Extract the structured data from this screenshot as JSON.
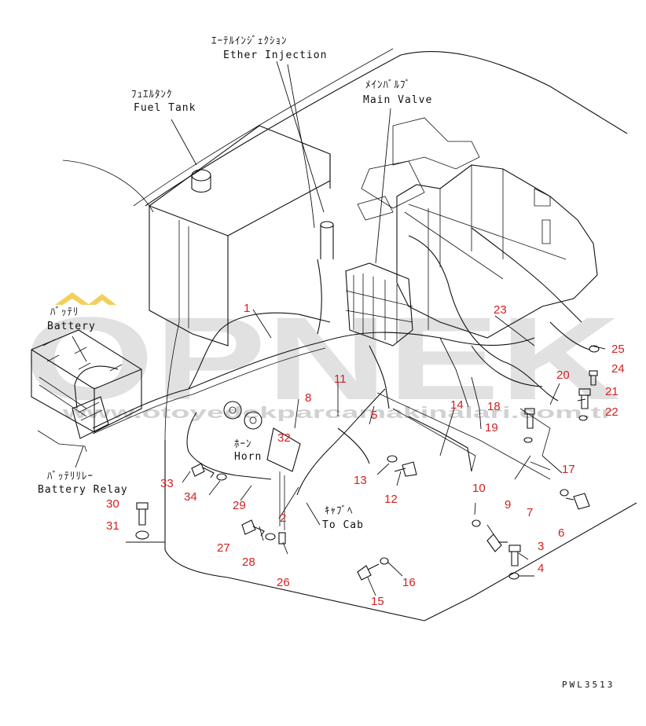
{
  "callouts": {
    "ether": {
      "ja": "ｴｰﾃﾙｲﾝｼﾞｪｸｼｮﾝ",
      "en": "Ether Injection"
    },
    "fuel_tank": {
      "ja": "ﾌｭｴﾙﾀﾝｸ",
      "en": "Fuel Tank"
    },
    "main_valve": {
      "ja": "ﾒｲﾝﾊﾞﾙﾌﾞ",
      "en": "Main Valve"
    },
    "battery": {
      "ja": "ﾊﾞｯﾃﾘ",
      "en": "Battery"
    },
    "horn": {
      "ja": "ﾎｰﾝ",
      "en": "Horn"
    },
    "battery_relay": {
      "ja": "ﾊﾞｯﾃﾘﾘﾚｰ",
      "en": "Battery Relay"
    },
    "to_cab": {
      "ja": "ｷｬﾌﾞﾍ",
      "en": "To Cab"
    }
  },
  "part_numbers": {
    "p1": "1",
    "p2": "2",
    "p3": "3",
    "p4": "4",
    "p5": "5",
    "p6": "6",
    "p7": "7",
    "p8": "8",
    "p9": "9",
    "p10": "10",
    "p11": "11",
    "p12": "12",
    "p13": "13",
    "p14": "14",
    "p15": "15",
    "p16": "16",
    "p17": "17",
    "p18": "18",
    "p19": "19",
    "p20": "20",
    "p21": "21",
    "p22": "22",
    "p23": "23",
    "p24": "24",
    "p25": "25",
    "p26": "26",
    "p27": "27",
    "p28": "28",
    "p29": "29",
    "p30": "30",
    "p31": "31",
    "p32": "32",
    "p33": "33",
    "p34": "34"
  },
  "drawing_code": "PWL3513",
  "watermark": {
    "brand": "OPNEK",
    "url": "www.otoyedekparcamakinalari.com.tr"
  },
  "colors": {
    "number_red": "#d42020",
    "watermark_gray": "#c8c8c8",
    "watermark_yellow": "#f3cf5c",
    "line": "#111111"
  }
}
